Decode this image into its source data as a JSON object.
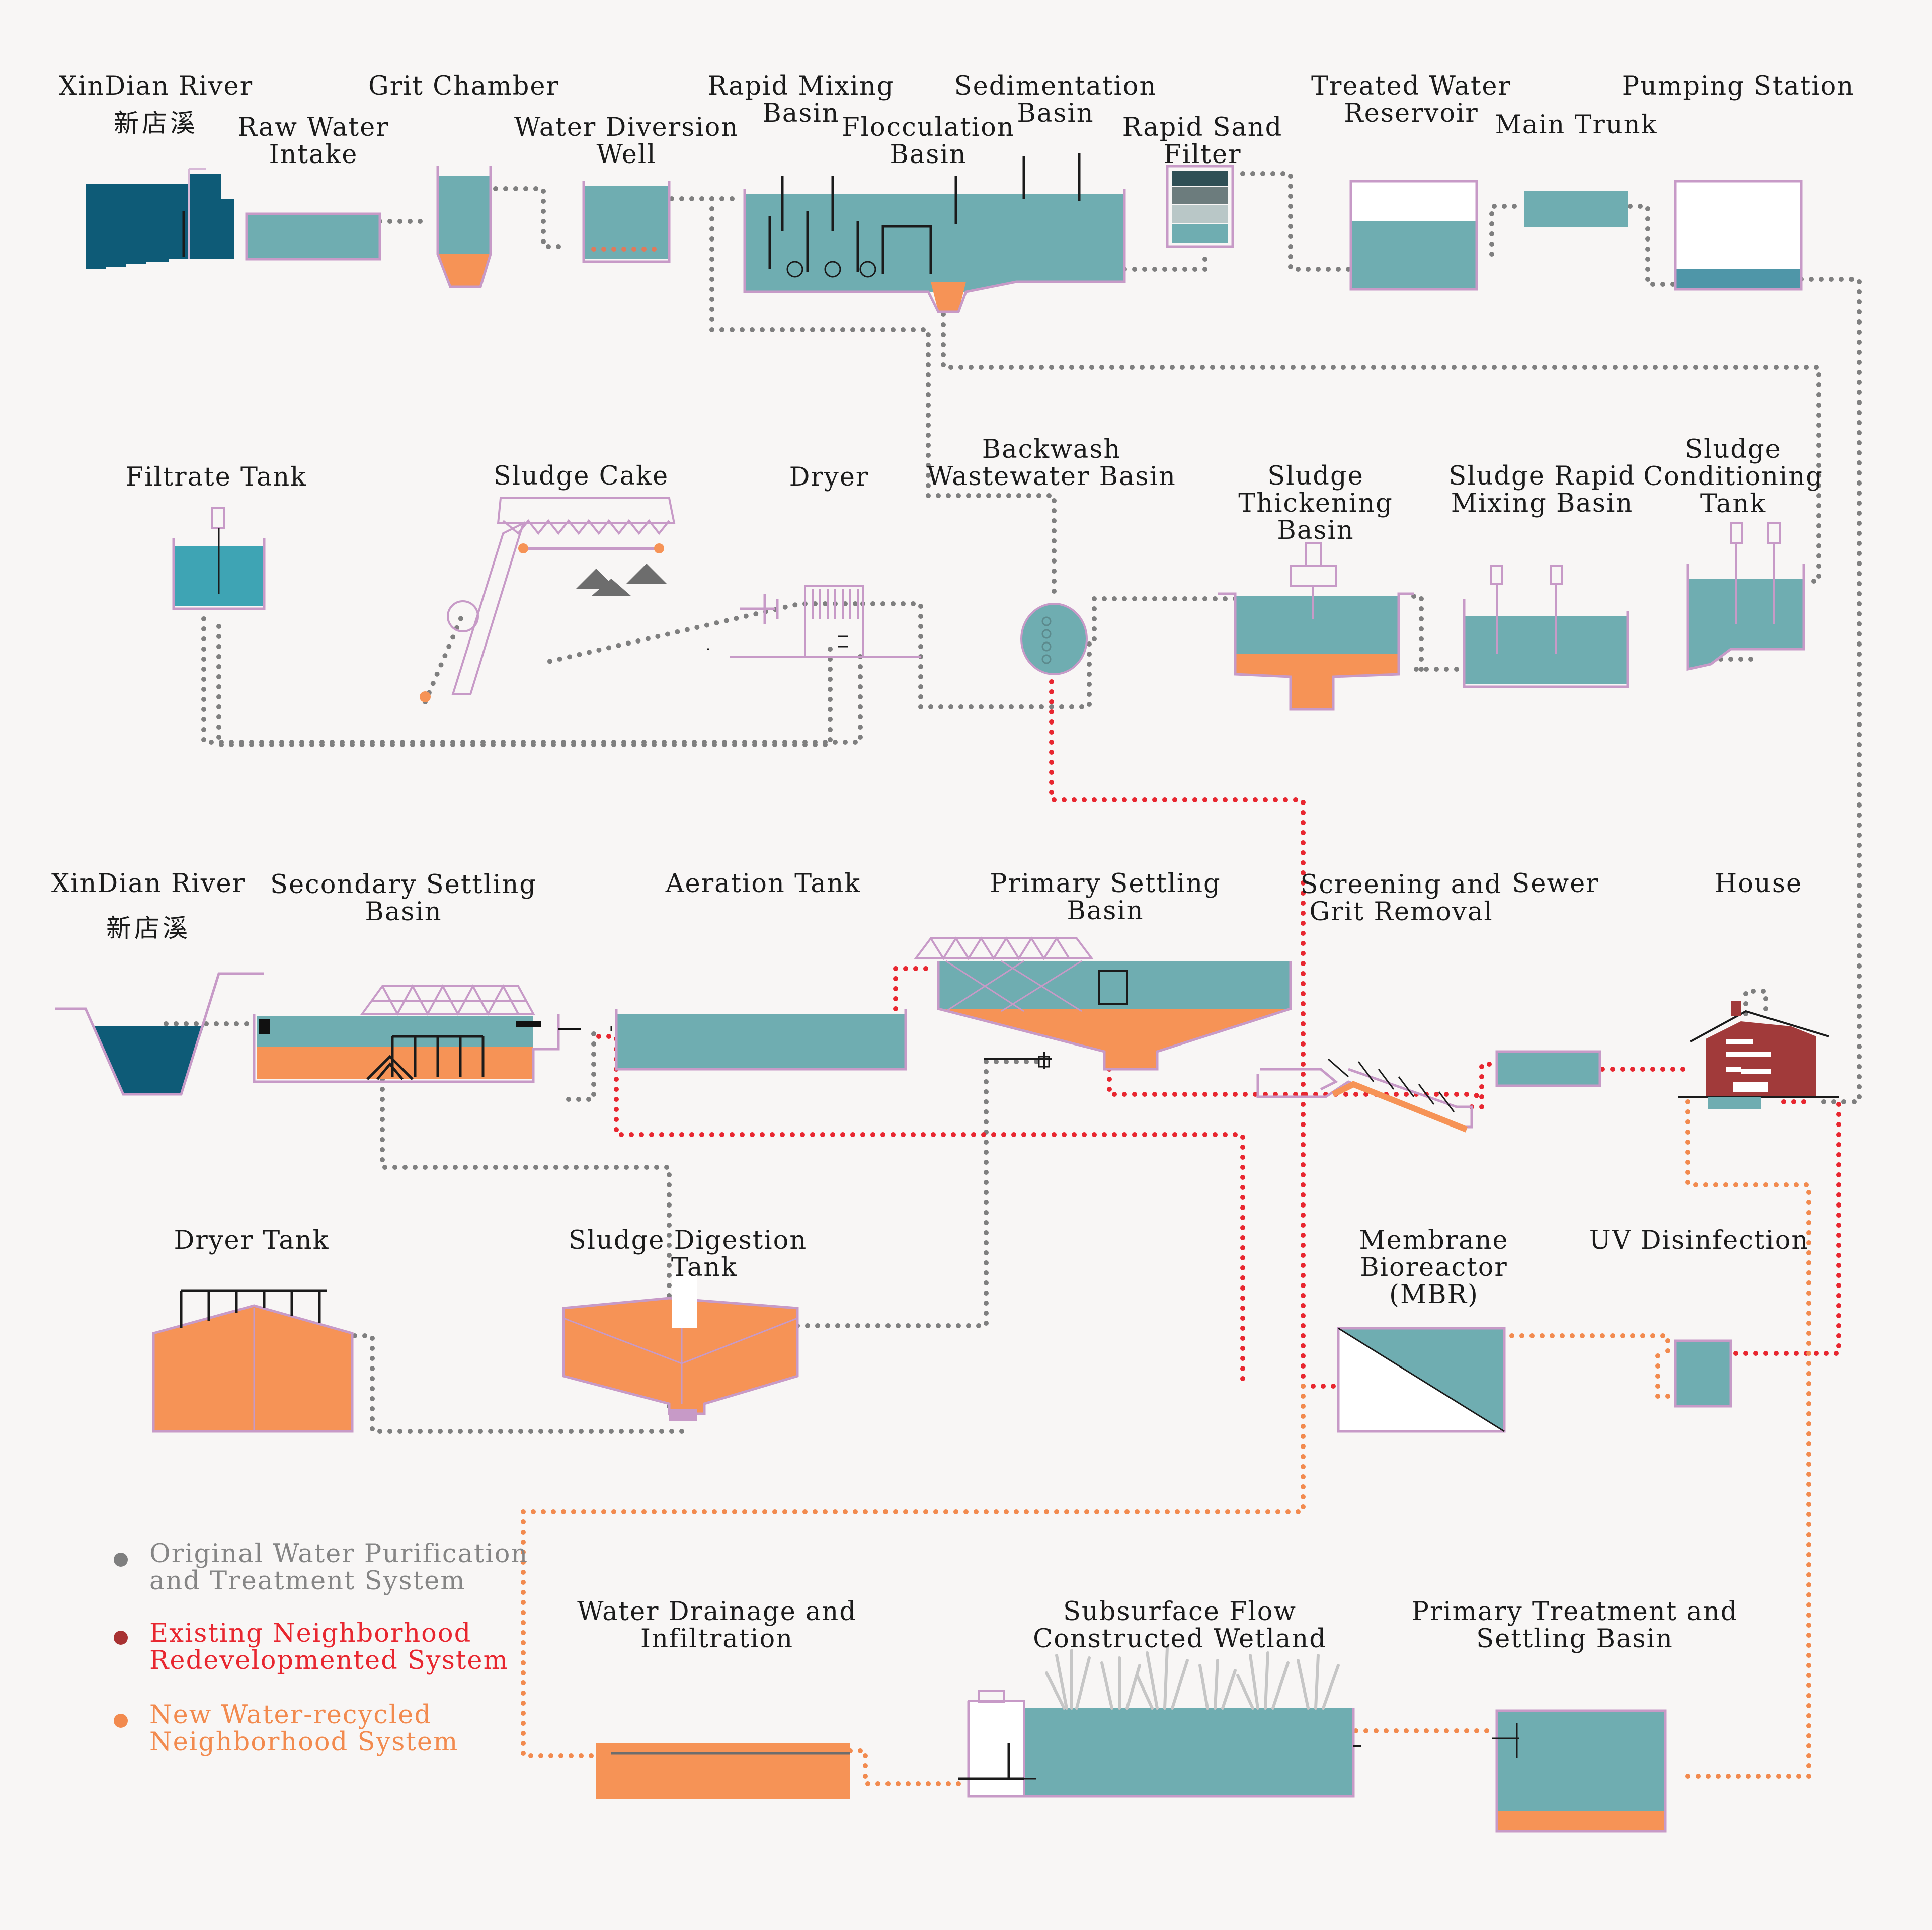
{
  "components": {
    "xindian_river_1": "XinDian River",
    "xindian_river_1_zh": "新店溪",
    "raw_water_intake": [
      "Raw Water",
      "Intake"
    ],
    "grit_chamber": "Grit Chamber",
    "water_diversion_well": [
      "Water Diversion",
      "Well"
    ],
    "rapid_mixing_basin": [
      "Rapid Mixing",
      "Basin"
    ],
    "flocculation_basin": [
      "Flocculation",
      "Basin"
    ],
    "sedimentation_basin": [
      "Sedimentation",
      "Basin"
    ],
    "rapid_sand_filter": [
      "Rapid Sand",
      "Filter"
    ],
    "treated_water_reservoir": [
      "Treated Water",
      "Reservoir"
    ],
    "main_trunk": "Main Trunk",
    "pumping_station": "Pumping Station",
    "filtrate_tank": "Filtrate Tank",
    "sludge_cake": "Sludge Cake",
    "dryer": "Dryer",
    "backwash_wastewater_basin": [
      "Backwash",
      "Wastewater Basin"
    ],
    "sludge_thickening_basin": [
      "Sludge",
      "Thickening",
      "Basin"
    ],
    "sludge_rapid_mixing_basin": [
      "Sludge Rapid",
      "Mixing Basin"
    ],
    "sludge_conditioning_tank": [
      "Sludge",
      "Conditioning",
      "Tank"
    ],
    "xindian_river_2": "XinDian River",
    "xindian_river_2_zh": "新店溪",
    "secondary_settling_basin": [
      "Secondary Settling",
      "Basin"
    ],
    "aeration_tank": "Aeration Tank",
    "primary_settling_basin": [
      "Primary Settling",
      "Basin"
    ],
    "screening_grit_removal": [
      "Screening and",
      "Grit Removal"
    ],
    "sewer": "Sewer",
    "house": "House",
    "dryer_tank": "Dryer Tank",
    "sludge_digestion_tank": [
      "Sludge Digestion",
      "Tank"
    ],
    "membrane_bioreactor": [
      "Membrane",
      "Bioreactor",
      "(MBR)"
    ],
    "uv_disinfection": "UV Disinfection",
    "water_drainage_infiltration": [
      "Water Drainage and",
      "Infiltration"
    ],
    "subsurface_flow_wetland": [
      "Subsurface Flow",
      "Constructed Wetland"
    ],
    "primary_treatment_settling": [
      "Primary Treatment and",
      "Settling Basin"
    ]
  },
  "legend": [
    {
      "lines": [
        "Original Water Purification",
        "and Treatment System"
      ],
      "text_color": "#858585",
      "dot_color": "#7f7f7f"
    },
    {
      "lines": [
        "Existing Neighborhood",
        "Redevelopmented System"
      ],
      "text_color": "#e8262f",
      "dot_color": "#a83232"
    },
    {
      "lines": [
        "New Water-recycled",
        "Neighborhood System"
      ],
      "text_color": "#f28a4e",
      "dot_color": "#f28a4e"
    }
  ],
  "colors": {
    "water": "#6fadb1",
    "deep_water": "#0e5b77",
    "sludge": "#f69356",
    "frame": "#c79ac7",
    "house": "#a13a3a",
    "original_pipe": "#7f7f7f",
    "existing_pipe": "#e8262f",
    "new_pipe": "#f28a4e"
  }
}
